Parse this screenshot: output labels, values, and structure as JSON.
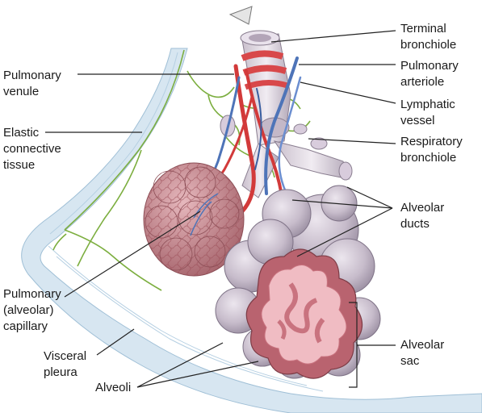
{
  "labels": {
    "terminal_bronchiole": [
      "Terminal",
      "bronchiole"
    ],
    "pulmonary_arteriole": [
      "Pulmonary",
      "arteriole"
    ],
    "lymphatic_vessel": [
      "Lymphatic",
      "vessel"
    ],
    "respiratory_bronchiole": [
      "Respiratory",
      "bronchiole"
    ],
    "alveolar_ducts": [
      "Alveolar",
      "ducts"
    ],
    "alveolar_sac": [
      "Alveolar",
      "sac"
    ],
    "pulmonary_venule": [
      "Pulmonary",
      "venule"
    ],
    "elastic_connective_tissue": [
      "Elastic",
      "connective",
      "tissue"
    ],
    "pulmonary_capillary": [
      "Pulmonary",
      "(alveolar)",
      "capillary"
    ],
    "visceral_pleura": [
      "Visceral",
      "pleura"
    ],
    "alveoli": [
      "Alveoli"
    ]
  },
  "colors": {
    "pleura": "#cfe0ee",
    "elastic_fiber": "#7cae3f",
    "artery": "#d23a3a",
    "vein": "#4e74b8",
    "alveolus": "#c8bccb",
    "alveolus_inner": "#e7a3ad",
    "capillary_net": "#c77b83"
  }
}
